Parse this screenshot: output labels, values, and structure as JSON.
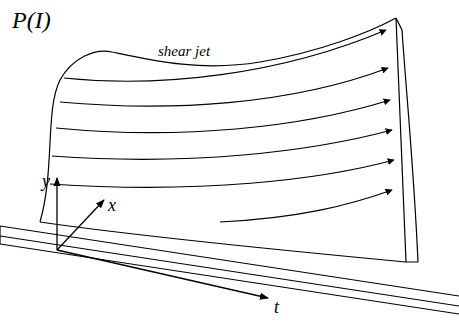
{
  "diagram": {
    "labels": [
      "P(I)",
      "shear jet",
      "y",
      "x",
      "t"
    ]
  }
}
